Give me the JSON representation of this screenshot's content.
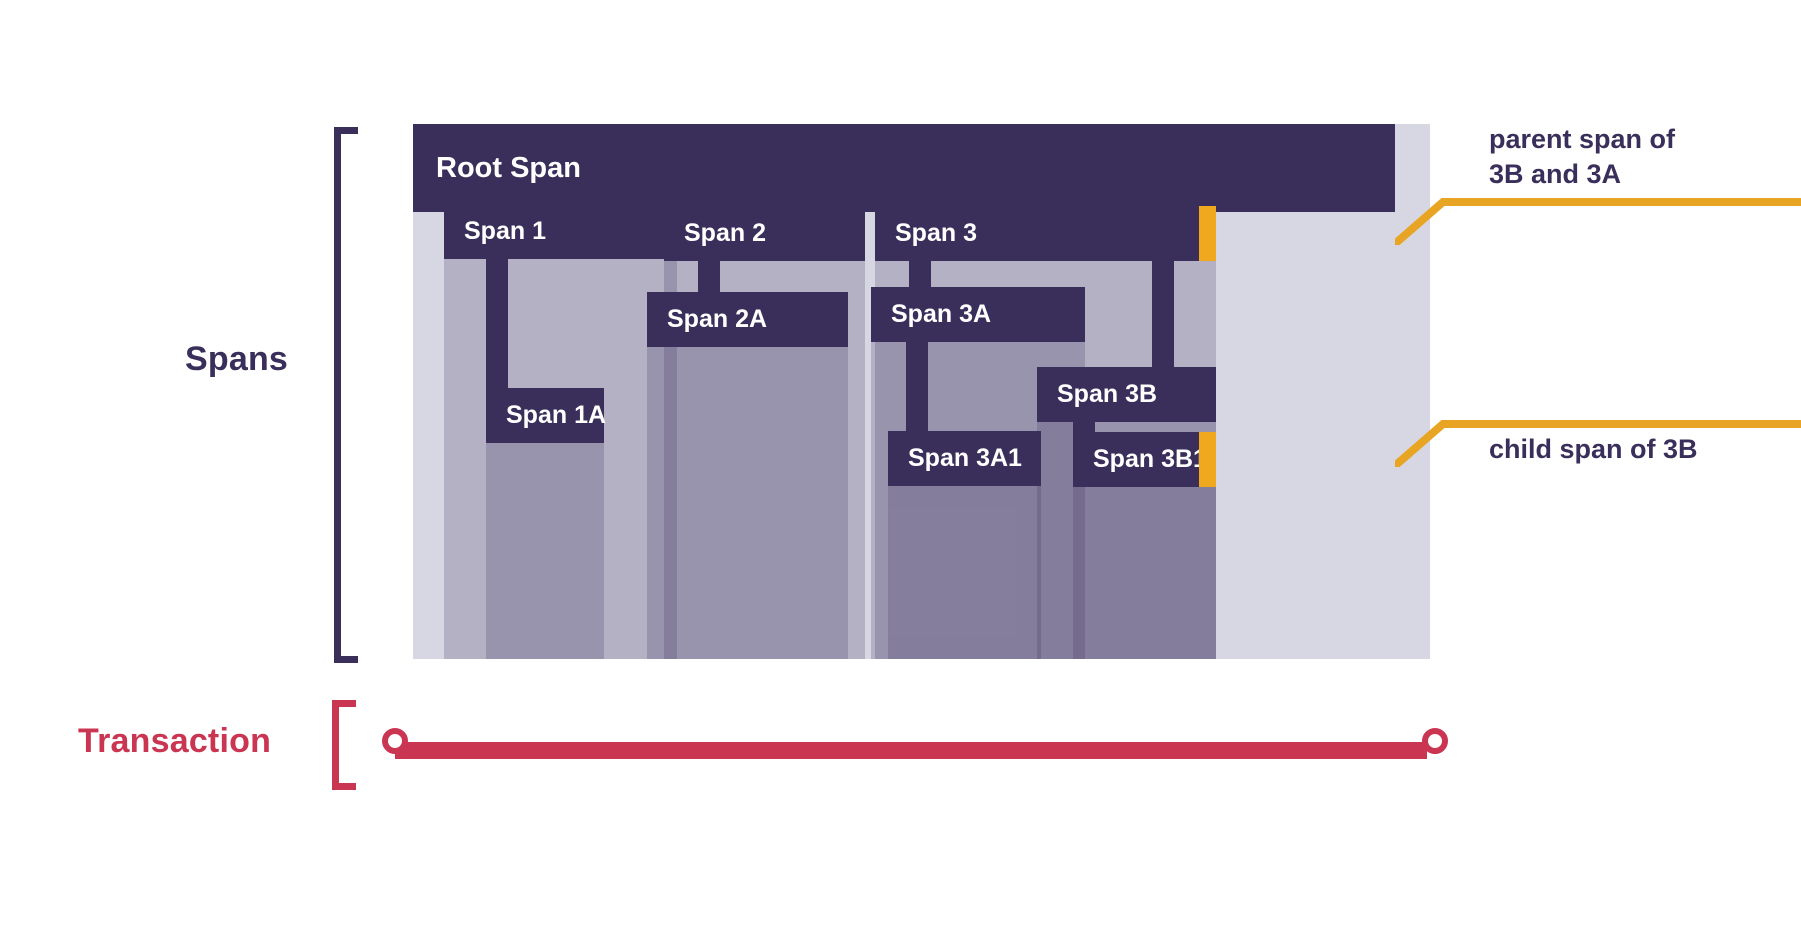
{
  "diagram": {
    "title_labels": {
      "spans": "Spans",
      "transaction": "Transaction"
    },
    "spans": [
      {
        "id": "root",
        "label": "Root Span",
        "depth": 0
      },
      {
        "id": "1",
        "label": "Span 1",
        "depth": 1
      },
      {
        "id": "1A",
        "label": "Span 1A",
        "depth": 2
      },
      {
        "id": "2",
        "label": "Span 2",
        "depth": 1
      },
      {
        "id": "2A",
        "label": "Span 2A",
        "depth": 2
      },
      {
        "id": "3",
        "label": "Span 3",
        "depth": 1
      },
      {
        "id": "3A",
        "label": "Span 3A",
        "depth": 2
      },
      {
        "id": "3A1",
        "label": "Span 3A1",
        "depth": 3
      },
      {
        "id": "3B",
        "label": "Span 3B",
        "depth": 2
      },
      {
        "id": "3B1",
        "label": "Span 3B1",
        "depth": 3
      }
    ],
    "callouts": [
      {
        "id": "parent-callout",
        "text": "parent span of\n3B and 3A",
        "target": "Span 3"
      },
      {
        "id": "child-callout",
        "text": "child span of 3B",
        "target": "Span 3B1"
      }
    ],
    "colors": {
      "span_dark": "#3a2f5b",
      "span_body": "rgba(58,47,91,0.22)",
      "canvas": "#d7d6e3",
      "highlight": "#f0a81e",
      "transaction": "#ca3552",
      "background": "#ffffff"
    }
  }
}
